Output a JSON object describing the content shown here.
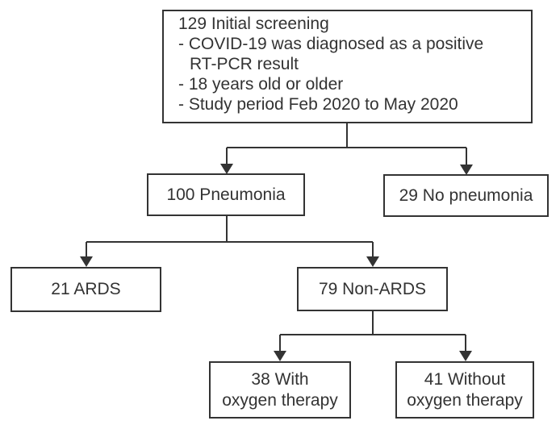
{
  "flowchart": {
    "title_node": {
      "line1": "129 Initial screening",
      "line2": "- COVID-19 was diagnosed as a positive",
      "line3": "RT-PCR result",
      "line4": "- 18 years old or older",
      "line5": "- Study period Feb 2020 to May 2020"
    },
    "pneumonia_label": "100 Pneumonia",
    "no_pneumonia_label": "29 No pneumonia",
    "ards_label": "21 ARDS",
    "non_ards_label": "79 Non-ARDS",
    "with_oxygen_line1": "38 With",
    "with_oxygen_line2": "oxygen therapy",
    "without_oxygen_line1": "41 Without",
    "without_oxygen_line2": "oxygen therapy",
    "colors": {
      "line": "#333333",
      "text": "#333333",
      "background": "#ffffff"
    }
  }
}
